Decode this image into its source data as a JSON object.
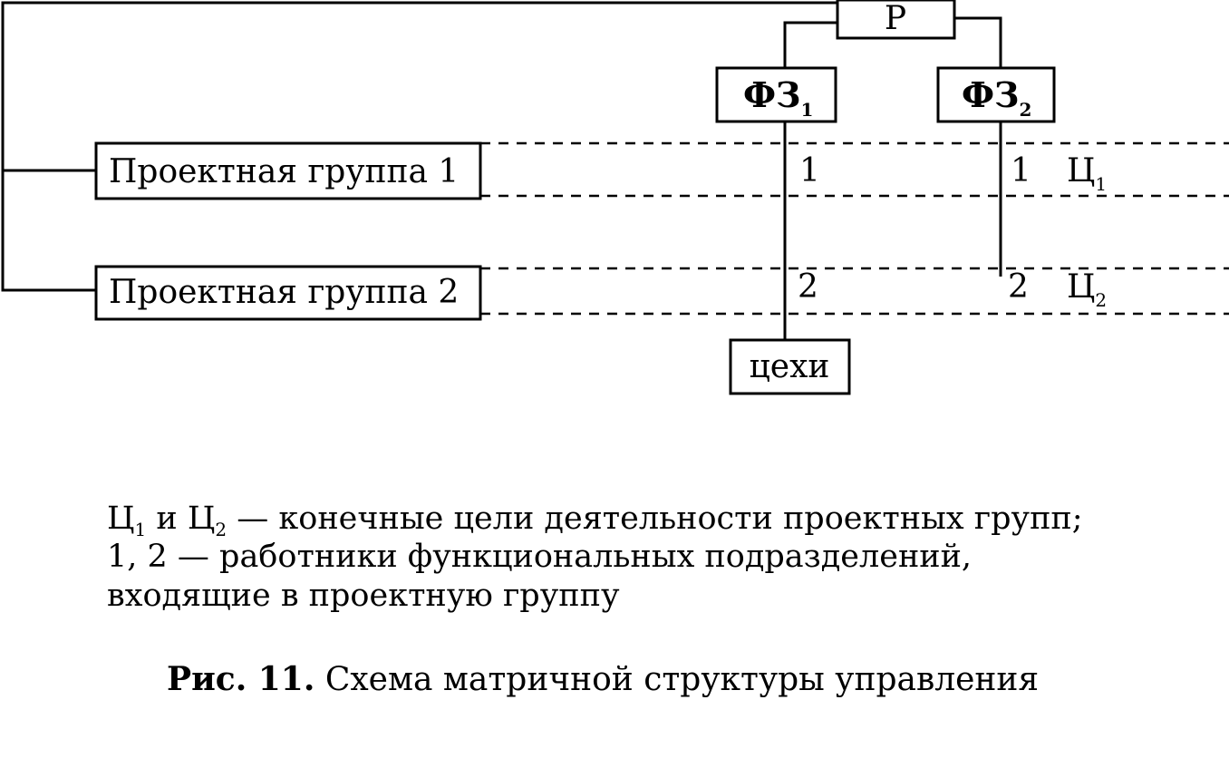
{
  "diagram": {
    "nodes": {
      "r": "Р",
      "fz1": {
        "main": "ФЗ",
        "sub": "1"
      },
      "fz2": {
        "main": "ФЗ",
        "sub": "2"
      },
      "group1": "Проектная группа 1",
      "group2": "Проектная группа 2",
      "shops": "цехи"
    },
    "marks": {
      "fz1_row1": "1",
      "fz1_row2": "2",
      "fz2_row1": "1",
      "fz2_row2": "2",
      "goal1": {
        "main": "Ц",
        "sub": "1"
      },
      "goal2": {
        "main": "Ц",
        "sub": "2"
      }
    },
    "edges": [
      {
        "from": "r",
        "to": "fz1"
      },
      {
        "from": "r",
        "to": "fz2"
      },
      {
        "from": "r",
        "to": "group1"
      },
      {
        "from": "r",
        "to": "group2"
      },
      {
        "from": "fz1",
        "to": "shops"
      },
      {
        "from": "fz2",
        "to": "group2"
      }
    ]
  },
  "legend": {
    "line1": {
      "g1_main": "Ц",
      "g1_sub": "1",
      "and": " и ",
      "g2_main": "Ц",
      "g2_sub": "2",
      "rest": " — конечные цели деятельности проектных групп;"
    },
    "line2": "1, 2 — работники функциональных подразделений,",
    "line3": "входящие в проектную группу"
  },
  "caption": {
    "label": "Рис. 11.",
    "text": " Схема матричной структуры управления"
  }
}
